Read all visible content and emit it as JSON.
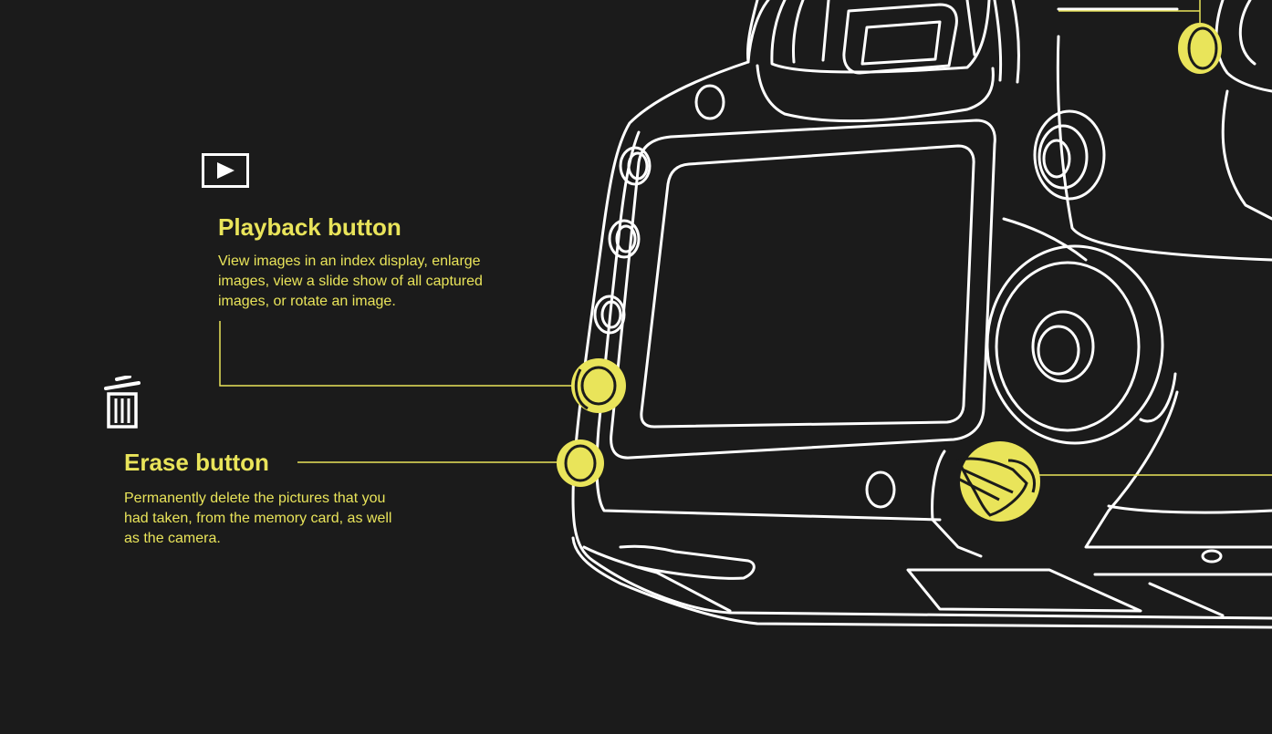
{
  "theme": {
    "background": "#1b1b1b",
    "accent": "#e9e45a",
    "line": "#ffffff"
  },
  "callouts": [
    {
      "icon": "play-icon",
      "title": "Playback button",
      "description": "View images in an index display, enlarge images, view a slide show of all captured images, or rotate an image."
    },
    {
      "icon": "trash-icon",
      "title": "Erase button",
      "description": "Permanently delete the pictures that you had taken, from the memory card, as well as the camera."
    }
  ],
  "highlighted_controls": [
    "playback-button",
    "erase-button",
    "top-dial-button",
    "lock-switch"
  ]
}
